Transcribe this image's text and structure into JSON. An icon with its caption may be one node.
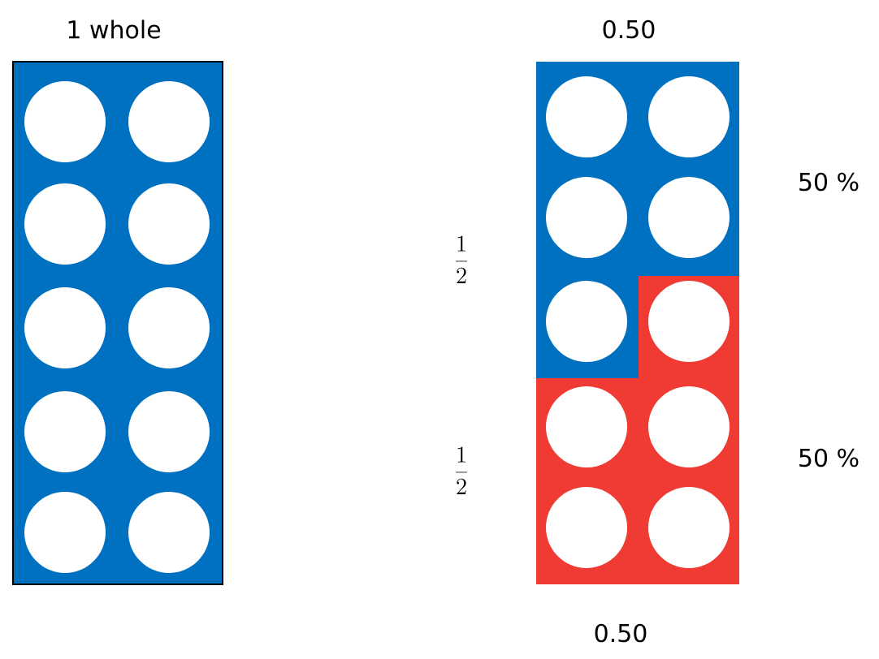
{
  "diagram": {
    "labels": [
      "1 whole",
      "0.50",
      "50 %",
      "\\frac{1}{2}",
      "\\frac{1}{2}",
      "50 %",
      "0.50"
    ]
  }
}
